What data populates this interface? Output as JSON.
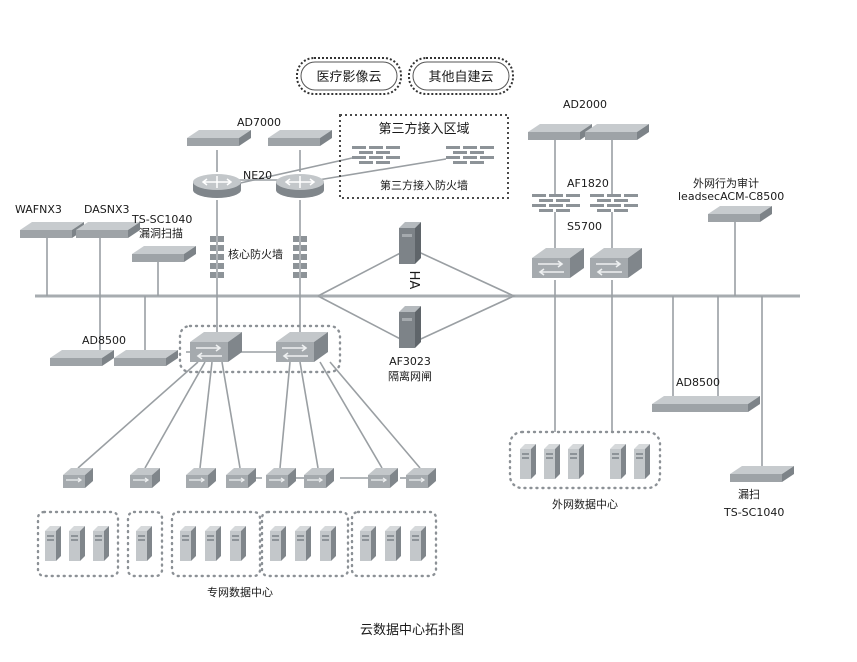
{
  "clouds": [
    "医疗影像云",
    "其他自建云"
  ],
  "labels": {
    "ad7000": "AD7000",
    "ne20": "NE20",
    "third_party_zone": "第三方接入区域",
    "third_party_fw": "第三方接入防火墙",
    "ad2000": "AD2000",
    "af1820": "AF1820",
    "s5700": "S5700",
    "ext_audit_1": "外网行为审计",
    "ext_audit_2": "leadsecACM-C8500",
    "wafnx3": "WAFNX3",
    "dasnx3": "DASNX3",
    "ts_sc1040_top": "TS-SC1040",
    "vuln_scan": "漏洞扫描",
    "core_fw": "核心防火墙",
    "ha": "HA",
    "ad8500_left": "AD8500",
    "af3023": "AF3023",
    "isolation_gate": "隔离网闸",
    "ad8500_right": "AD8500",
    "ext_dc": "外网数据中心",
    "leak_scan": "漏扫",
    "ts_sc1040_bottom": "TS-SC1040",
    "private_dc": "专网数据中心"
  },
  "caption": "云数据中心拓扑图",
  "colors": {
    "device_top": "#b9bec2",
    "device_side": "#7d8388",
    "line": "#9a9fa3",
    "firewall_brick": "#8d9398",
    "tower": "#c3c7ca"
  }
}
